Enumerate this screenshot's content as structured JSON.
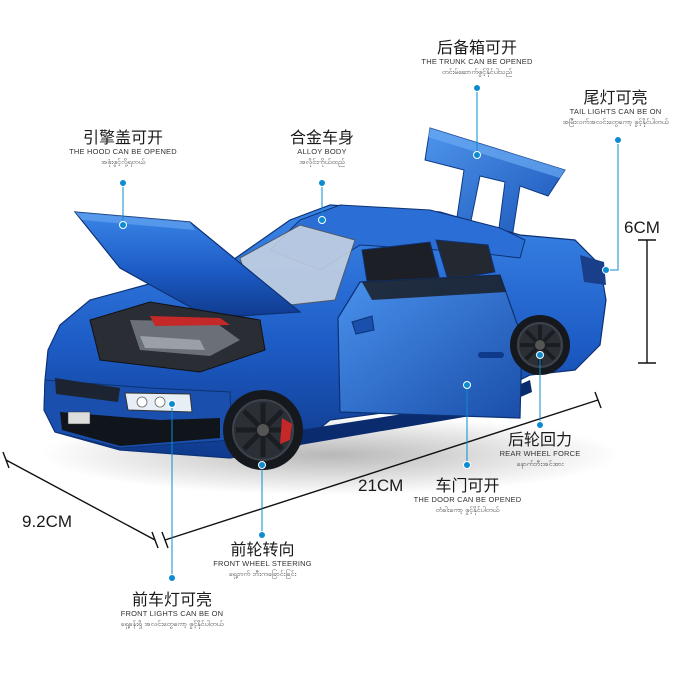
{
  "labels": {
    "trunk": {
      "cn": "后备箱可开",
      "en": "THE TRUNK CAN BE OPENED",
      "my": "တင်းမ်ဆောက်ဖွင့်နိုင်ပါသည်"
    },
    "tail_lights": {
      "cn": "尾灯可亮",
      "en": "TAIL LIGHTS CAN BE ON",
      "my": "အမြီးလက်အလင်းတွေကော့ ဖွင့်နိုင်ပါတယ်"
    },
    "hood": {
      "cn": "引擎盖可开",
      "en": "THE HOOD CAN BE OPENED",
      "my": "အဖုံးဖွင့်လို့ရတယ်"
    },
    "body": {
      "cn": "合金车身",
      "en": "ALLOY BODY",
      "my": "အလိုင်းကိုယ်ထည်"
    },
    "rear_wheel": {
      "cn": "后轮回力",
      "en": "REAR WHEEL FORCE",
      "my": "နောက်ဘီးအင်အား"
    },
    "door": {
      "cn": "车门可开",
      "en": "THE DOOR CAN BE OPENED",
      "my": "တံခါးကော့ ဖွင့်နိုင်ပါတယ်"
    },
    "front_wheel": {
      "cn": "前轮转向",
      "en": "FRONT WHEEL STEERING",
      "my": "ရှေ့ဘက် ဘီးကခြောင်းခြင်း"
    },
    "front_lights": {
      "cn": "前车灯可亮",
      "en": "FRONT LIGHTS CAN BE ON",
      "my": "ရှေ့ခန်းရှိ အလင်းတွေကော့ ဖွင့်နိုင်ပါတယ်"
    }
  },
  "dimensions": {
    "height": "6CM",
    "length": "21CM",
    "width": "9.2CM"
  },
  "colors": {
    "car_body": "#1f5fc4",
    "accent_dot": "#0b8bd0"
  }
}
